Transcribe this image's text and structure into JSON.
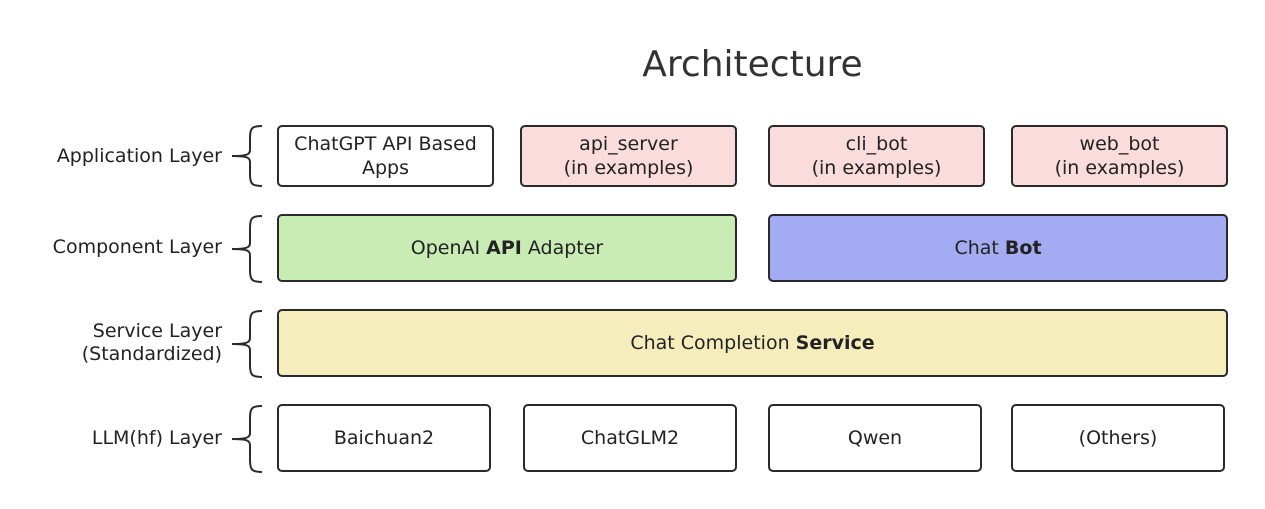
{
  "title": "Architecture",
  "layers": [
    {
      "label_line1": "Application Layer",
      "label_line2": ""
    },
    {
      "label_line1": "Component Layer",
      "label_line2": ""
    },
    {
      "label_line1": "Service Layer",
      "label_line2": "(Standardized)"
    },
    {
      "label_line1": "LLM(hf) Layer",
      "label_line2": ""
    }
  ],
  "application": [
    {
      "line1": "ChatGPT API Based",
      "line2": "Apps"
    },
    {
      "line1": "api_server",
      "line2": "(in examples)"
    },
    {
      "line1": "cli_bot",
      "line2": "(in examples)"
    },
    {
      "line1": "web_bot",
      "line2": "(in examples)"
    }
  ],
  "component": [
    {
      "pre": "OpenAI ",
      "bold": "API",
      "post": " Adapter"
    },
    {
      "pre": "Chat ",
      "bold": "Bot",
      "post": ""
    }
  ],
  "service": {
    "pre": "Chat Completion ",
    "bold": "Service"
  },
  "llm": [
    "Baichuan2",
    "ChatGLM2",
    "Qwen",
    "(Others)"
  ],
  "colors": {
    "application_example": "#f9dcdb",
    "adapter": "#c9ecb4",
    "bot": "#a3abf2",
    "service": "#f6edbd",
    "border": "#2a2a2a"
  }
}
